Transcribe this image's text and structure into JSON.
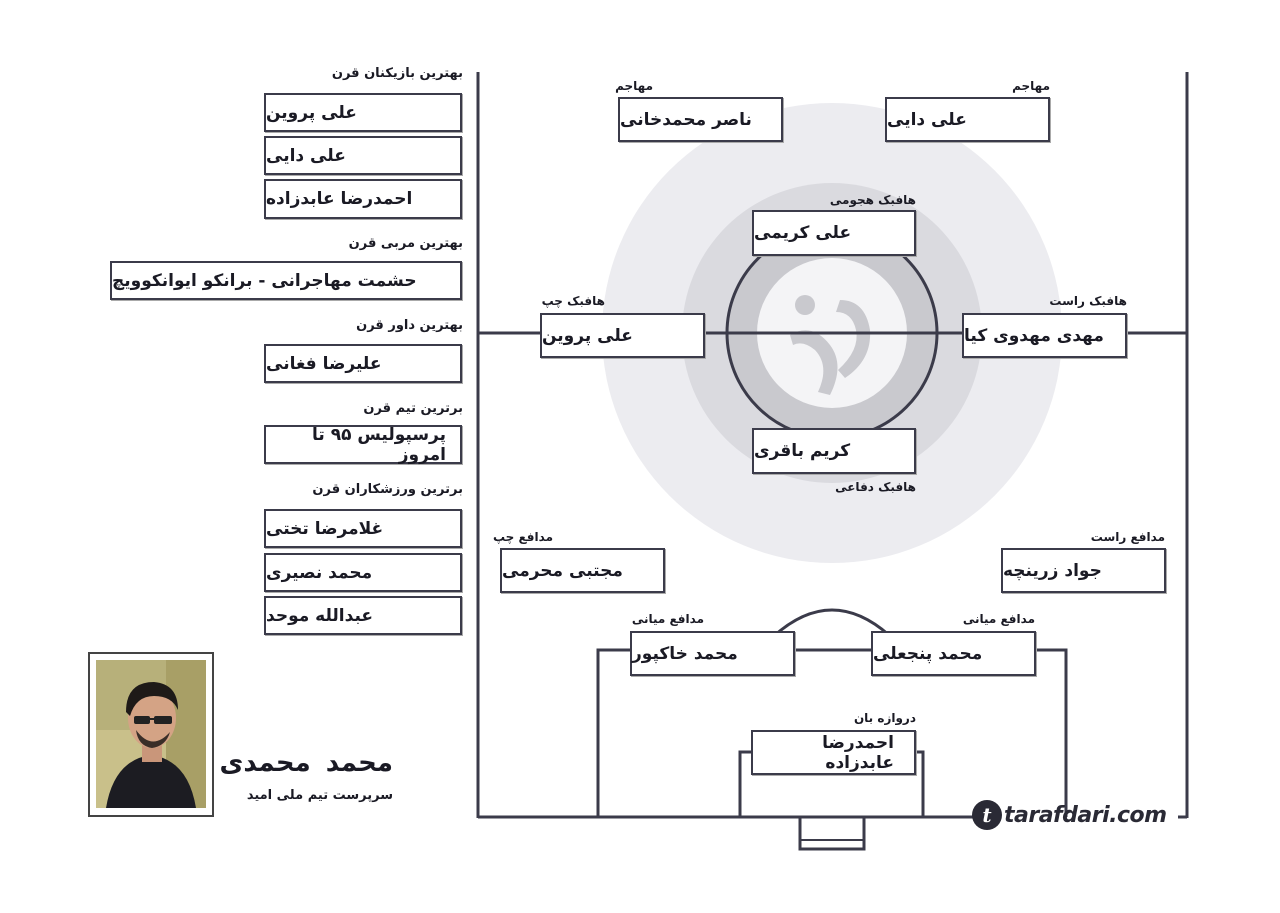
{
  "awards": {
    "best_players": {
      "heading": "بهترین بازیکنان قرن",
      "names": [
        "علی پروین",
        "علی دایی",
        "احمدرضا عابدزاده"
      ]
    },
    "best_coach": {
      "heading": "بهترین مربی قرن",
      "name": "حشمت مهاجرانی - برانکو ایوانکوویچ"
    },
    "best_referee": {
      "heading": "بهترین داور قرن",
      "name": "علیرضا فغانی"
    },
    "best_team": {
      "heading": "برترین تیم قرن",
      "name": "پرسپولیس ۹۵ تا امروز"
    },
    "best_athletes": {
      "heading": "برترین ورزشکاران قرن",
      "names": [
        "غلامرضا تختی",
        "محمد نصیری",
        "عبدالله موحد"
      ]
    }
  },
  "author": {
    "name": "محمد محمدی",
    "title": "سرپرست تیم ملی امید"
  },
  "lineup": {
    "forward_left": {
      "position": "مهاجم",
      "name": "ناصر محمدخانی"
    },
    "forward_right": {
      "position": "مهاجم",
      "name": "علی دایی"
    },
    "attacking_mid": {
      "position": "هافبک هجومی",
      "name": "علی کریمی"
    },
    "left_mid": {
      "position": "هافبک چپ",
      "name": "علی پروین"
    },
    "right_mid": {
      "position": "هافبک راست",
      "name": "مهدی مهدوی کیا"
    },
    "defensive_mid": {
      "position": "هافبک دفاعی",
      "name": "کریم باقری"
    },
    "left_back": {
      "position": "مدافع چپ",
      "name": "مجتبی محرمی"
    },
    "right_back": {
      "position": "مدافع راست",
      "name": "جواد زرینچه"
    },
    "center_back_left": {
      "position": "مدافع میانی",
      "name": "محمد خاکپور"
    },
    "center_back_right": {
      "position": "مدافع میانی",
      "name": "محمد پنجعلی"
    },
    "goalkeeper": {
      "position": "دروازه بان",
      "name": "احمدرضا عابدزاده"
    }
  },
  "brand": {
    "logo_text": "tarafdari.com",
    "logo_mark": "t"
  },
  "colors": {
    "line": "#3b3b4a",
    "circle_outer": "#ececf0",
    "circle_mid": "#d9d9de",
    "circle_inner": "#c7c7cc",
    "logo": "#2a2a35"
  }
}
